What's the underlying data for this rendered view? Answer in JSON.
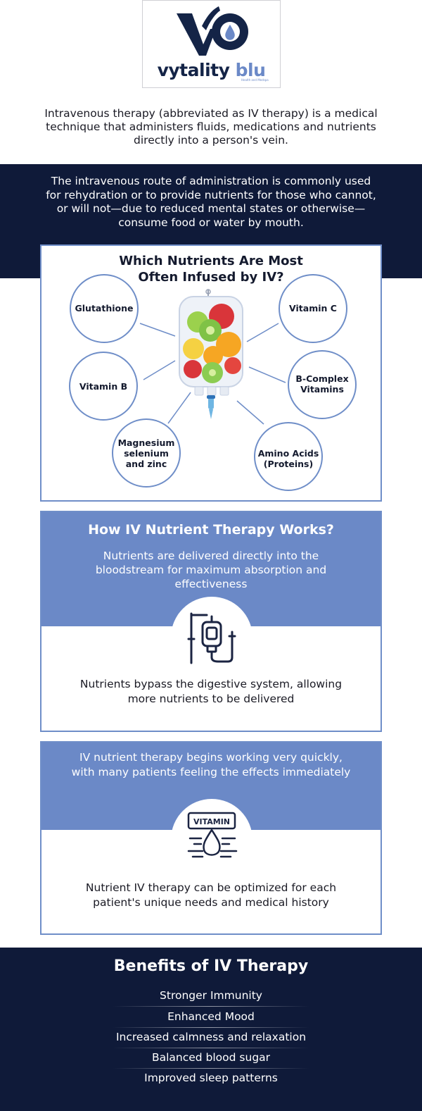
{
  "brand": {
    "name_part1": "vytality",
    "name_part2": "blu",
    "tagline": "Health and Medspa",
    "colors": {
      "navy": "#0f1a39",
      "accent": "#6b89c7",
      "border": "#6f8ec8"
    }
  },
  "intro": {
    "text": "Intravenous therapy (abbreviated as IV therapy) is a medical technique that administers fluids, medications and nutrients directly into a person's vein."
  },
  "route": {
    "text": "The intravenous route of administration is commonly used for rehydration or to provide nutrients for those who cannot, or will not—due to reduced mental states or otherwise—consume food or water by mouth."
  },
  "nutrients": {
    "title_line1": "Which Nutrients Are Most",
    "title_line2": "Often Infused by IV?",
    "items": {
      "glutathione": "Glutathione",
      "vitamin_c": "Vitamin C",
      "vitamin_b": "Vitamin B",
      "b_complex_1": "B-Complex",
      "b_complex_2": "Vitamins",
      "magnesium_1": "Magnesium",
      "magnesium_2": "selenium",
      "magnesium_3": "and zinc",
      "amino_1": "Amino Acids",
      "amino_2": "(Proteins)"
    },
    "illustration_icon": "iv-bag-fruit-icon"
  },
  "how_it_works": {
    "title": "How IV Nutrient Therapy Works?",
    "subtitle": "Nutrients are delivered directly into the bloodstream for maximum absorption and effectiveness",
    "icon": "iv-drip-icon",
    "body": "Nutrients bypass the digestive system, allowing more nutrients to be delivered"
  },
  "quick": {
    "title": "IV nutrient therapy begins working very quickly, with many patients feeling the effects immediately",
    "icon": "vitamin-drop-icon",
    "icon_label": "VITAMIN",
    "body": "Nutrient IV therapy can be optimized for each patient's unique needs and medical history"
  },
  "benefits": {
    "title": "Benefits of IV Therapy",
    "items": [
      "Stronger Immunity",
      "Enhanced Mood",
      "Increased calmness and relaxation",
      "Balanced blood sugar",
      "Improved sleep patterns"
    ]
  }
}
